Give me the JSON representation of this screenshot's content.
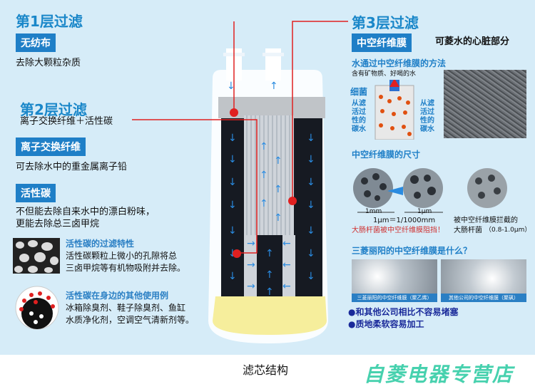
{
  "layer1": {
    "title": "第1层过滤",
    "tag": "无纺布",
    "desc": "去除大颗粒杂质"
  },
  "layer2": {
    "title": "第2层过滤",
    "desc": "离子交换纤维＋活性碳",
    "tag_ion": "离子交换纤维",
    "ion_desc": "可去除水中的重金属离子铅",
    "tag_carbon": "活性碳",
    "carbon_desc": [
      "不但能去除自来水中的漂白粉味，",
      "更能去除总三卤甲烷"
    ],
    "feature_title": "活性碳的过滤特性",
    "feature_desc": [
      "活性碳颗粒上微小的孔隙将总",
      "三卤甲烷等有机物吸附并去除。"
    ],
    "uses_title": "活性碳在身边的其他使用例",
    "uses_desc": [
      "冰箱除臭剂、鞋子除臭剂、鱼缸",
      "水质净化剂，空调空气清新剂等。"
    ]
  },
  "layer3": {
    "title": "第3层过滤",
    "tag": "中空纤维膜",
    "tag_suffix": "可菱水的心脏部分",
    "method_title": "水通过中空纤维膜的方法",
    "method_note": "含有矿物质、好喝的水",
    "bacteria": "细菌",
    "left_flow": [
      "从滤",
      "活过",
      "性的",
      "碳水"
    ],
    "right_flow": [
      "从滤",
      "活过",
      "性的",
      "碳水"
    ],
    "size_title": "中空纤维膜的尺寸",
    "scale_1mm": "1mm",
    "scale_1um": "1μm",
    "scale_eq": "1μm＝1/1000mm",
    "blocked_note": "大肠杆菌被中空纤维膜阻挡！",
    "blocked_caption": [
      "被中空纤维膜拦截的",
      "大肠杆菌"
    ],
    "blocked_size": "（0.8-1.0μm）",
    "what_title": "三菱丽阳的中空纤维膜是什么？",
    "photo_left_label": "三菱丽阳的中空纤维膜（聚乙烯）",
    "photo_right_label": "其他公司的中空纤维膜（聚砜）",
    "points": [
      "●和其他公司相比不容易堵塞",
      "●质地柔软容易加工"
    ]
  },
  "footer": {
    "caption": "滤芯结构",
    "watermark": "自菱电器专营店"
  },
  "colors": {
    "accent": "#1f7fc7",
    "title": "#1a87c9",
    "panel": "#d6ecf8",
    "red": "#e02020",
    "watermark": "#27c9a0"
  }
}
